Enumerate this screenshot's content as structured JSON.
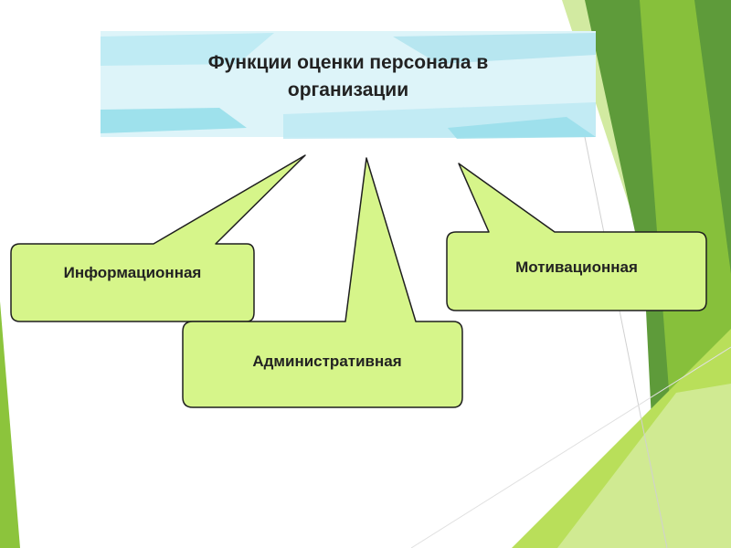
{
  "title": "Функции оценки персонала в организации",
  "functions": [
    {
      "label": "Информационная"
    },
    {
      "label": "Административная"
    },
    {
      "label": "Мотивационная"
    }
  ],
  "colors": {
    "callout_fill": "#d6f58a",
    "callout_border": "#1f1f1f",
    "title_band": "#c9eef7",
    "title_band_accent": "#8fdce8",
    "green_dark": "#5e9b3a",
    "green_mid": "#8cc43c",
    "green_light": "#b9df5a"
  }
}
